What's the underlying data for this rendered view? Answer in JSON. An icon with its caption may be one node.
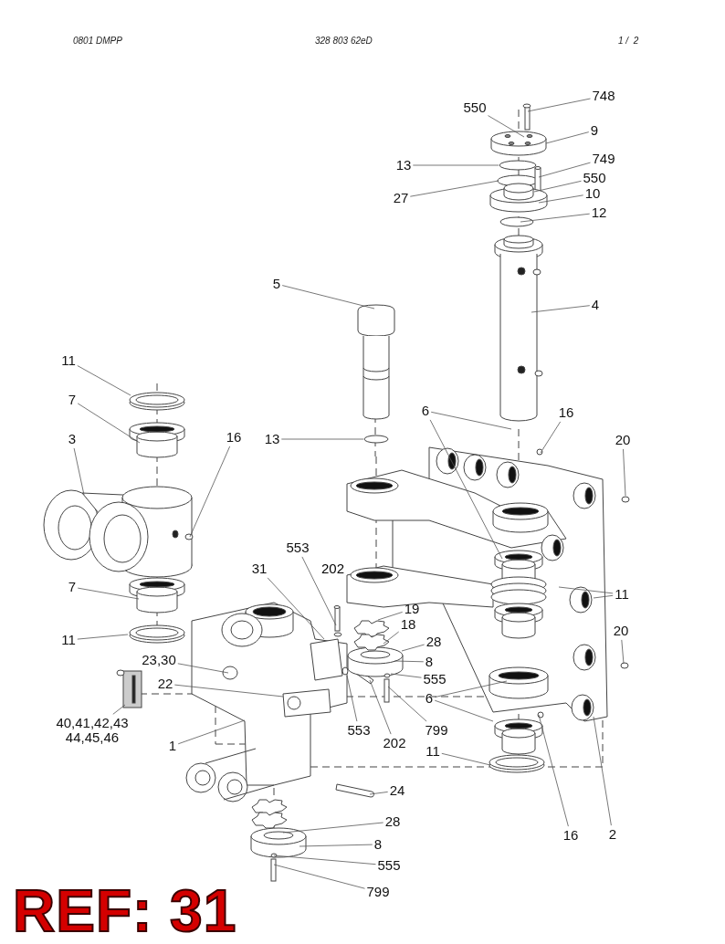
{
  "diagram": {
    "nodes": [
      {
        "text": [
          "748"
        ]
      },
      {
        "text": [
          "550"
        ]
      },
      {
        "text": [
          "9"
        ]
      },
      {
        "text": [
          "13"
        ]
      },
      {
        "text": [
          "749"
        ]
      },
      {
        "text": [
          "550"
        ]
      },
      {
        "text": [
          "10"
        ]
      },
      {
        "text": [
          "27"
        ]
      },
      {
        "text": [
          "12"
        ]
      },
      {
        "text": [
          "5"
        ]
      },
      {
        "text": [
          "4"
        ]
      },
      {
        "text": [
          "11"
        ]
      },
      {
        "text": [
          "7"
        ]
      },
      {
        "text": [
          "6"
        ]
      },
      {
        "text": [
          "16"
        ]
      },
      {
        "text": [
          "3"
        ]
      },
      {
        "text": [
          "16"
        ]
      },
      {
        "text": [
          "13"
        ]
      },
      {
        "text": [
          "20"
        ]
      },
      {
        "text": [
          "553"
        ]
      },
      {
        "text": [
          "31"
        ]
      },
      {
        "text": [
          "7"
        ]
      },
      {
        "text": [
          "11"
        ]
      },
      {
        "text": [
          "19"
        ]
      },
      {
        "text": [
          "18"
        ]
      },
      {
        "text": [
          "11"
        ]
      },
      {
        "text": [
          "20"
        ]
      },
      {
        "text": [
          "28"
        ]
      },
      {
        "text": [
          "23,30"
        ]
      },
      {
        "text": [
          "8"
        ]
      },
      {
        "text": [
          "555"
        ]
      },
      {
        "text": [
          "22"
        ]
      },
      {
        "text": [
          "6"
        ]
      },
      {
        "text": [
          "40,41,42,43 44,45,46"
        ]
      },
      {
        "text": [
          "553"
        ]
      },
      {
        "text": [
          "799"
        ]
      },
      {
        "text": [
          "202"
        ]
      },
      {
        "text": [
          "1"
        ]
      },
      {
        "text": [
          "11"
        ]
      },
      {
        "text": [
          "24"
        ]
      },
      {
        "text": [
          "28"
        ]
      },
      {
        "text": [
          "16"
        ]
      },
      {
        "text": [
          "2"
        ]
      },
      {
        "text": [
          "8"
        ]
      },
      {
        "text": [
          "555"
        ]
      },
      {
        "text": [
          "799"
        ]
      }
    ],
    "edges": [
      {
        "from": 0,
        "to": null,
        "arrow": "none"
      },
      {
        "from": 1,
        "to": null,
        "arrow": "none"
      },
      {
        "from": 2,
        "to": null,
        "arrow": "none"
      },
      {
        "from": 3,
        "to": null,
        "arrow": "none"
      },
      {
        "from": 4,
        "to": null,
        "arrow": "none"
      },
      {
        "from": 5,
        "to": null,
        "arrow": "none"
      },
      {
        "from": 6,
        "to": null,
        "arrow": "none"
      },
      {
        "from": 7,
        "to": null,
        "arrow": "none"
      },
      {
        "from": 8,
        "to": null,
        "arrow": "none"
      },
      {
        "from": 9,
        "to": null,
        "arrow": "none"
      },
      {
        "from": 10,
        "to": null,
        "arrow": "none"
      },
      {
        "from": 11,
        "to": null,
        "arrow": "none"
      },
      {
        "from": 12,
        "to": null,
        "arrow": "none"
      },
      {
        "from": 13,
        "to": null,
        "arrow": "none"
      },
      {
        "from": 13,
        "to": null,
        "arrow": "none"
      },
      {
        "from": 14,
        "to": null,
        "arrow": "none"
      },
      {
        "from": 15,
        "to": null,
        "arrow": "none"
      },
      {
        "from": 16,
        "to": null,
        "arrow": "none"
      },
      {
        "from": 17,
        "to": null,
        "arrow": "none"
      },
      {
        "from": 18,
        "to": null,
        "arrow": "none"
      },
      {
        "from": 19,
        "to": null,
        "arrow": "none"
      },
      {
        "from": 20,
        "to": null,
        "arrow": "none"
      },
      {
        "from": 21,
        "to": null,
        "arrow": "none"
      },
      {
        "from": 22,
        "to": null,
        "arrow": "none"
      },
      {
        "from": 22,
        "to": null,
        "arrow": "none"
      },
      {
        "from": 23,
        "to": null,
        "arrow": "none"
      },
      {
        "from": 24,
        "to": null,
        "arrow": "none"
      },
      {
        "from": 25,
        "to": null,
        "arrow": "none"
      },
      {
        "from": 26,
        "to": null,
        "arrow": "none"
      },
      {
        "from": 27,
        "to": null,
        "arrow": "none"
      },
      {
        "from": 28,
        "to": null,
        "arrow": "none"
      },
      {
        "from": 29,
        "to": null,
        "arrow": "none"
      },
      {
        "from": 30,
        "to": null,
        "arrow": "none"
      },
      {
        "from": 31,
        "to": null,
        "arrow": "none"
      },
      {
        "from": 32,
        "to": null,
        "arrow": "none"
      },
      {
        "from": 32,
        "to": null,
        "arrow": "none"
      },
      {
        "from": 33,
        "to": null,
        "arrow": "none"
      },
      {
        "from": 34,
        "to": null,
        "arrow": "none"
      },
      {
        "from": 35,
        "to": null,
        "arrow": "none"
      },
      {
        "from": 36,
        "to": null,
        "arrow": "none"
      },
      {
        "from": 37,
        "to": null,
        "arrow": "none"
      },
      {
        "from": 38,
        "to": null,
        "arrow": "none"
      },
      {
        "from": 39,
        "to": null,
        "arrow": "none"
      },
      {
        "from": 40,
        "to": null,
        "arrow": "none"
      },
      {
        "from": 41,
        "to": null,
        "arrow": "none"
      },
      {
        "from": 42,
        "to": null,
        "arrow": "none"
      },
      {
        "from": 43,
        "to": null,
        "arrow": "none"
      },
      {
        "from": 44,
        "to": null,
        "arrow": "none"
      },
      {
        "from": 45,
        "to": null,
        "arrow": "none"
      }
    ],
    "labels": [
      "0801 DMPP",
      "328 803 62eD",
      "1 /  2",
      "202",
      "REF: 31"
    ]
  }
}
